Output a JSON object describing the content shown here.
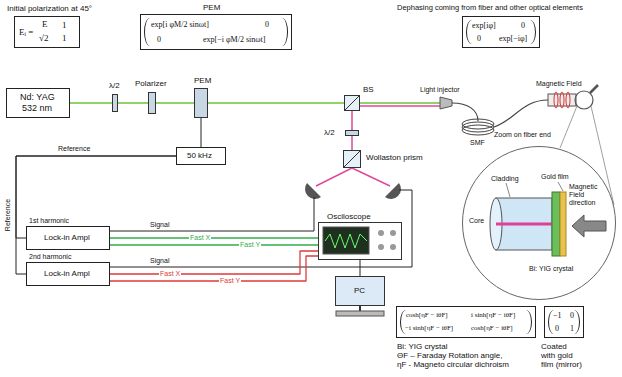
{
  "diagram": {
    "nodes": [
      {
        "text": [
          "Initial polarization at 45°",
          "Eᵢ =",
          "E",
          "√2",
          "1",
          "1"
        ]
      },
      {
        "text": [
          "PEM",
          "exp[i φM/2 sinωt]",
          "0",
          "0",
          "exp[−i φM/2 sinωt]"
        ]
      },
      {
        "text": [
          "Dephasing coming from fiber and other optical elements",
          "exp[iφ]",
          "0",
          "0",
          "exp[−iφ]"
        ]
      },
      {
        "text": [
          "Nd: YAG",
          "532 nm"
        ]
      },
      {
        "text": [
          "λ/2"
        ]
      },
      {
        "text": [
          "Polarizer"
        ]
      },
      {
        "text": [
          "PEM"
        ]
      },
      {
        "text": [
          "BS"
        ]
      },
      {
        "text": [
          "λ/2"
        ]
      },
      {
        "text": [
          "Wollaston prism"
        ]
      },
      {
        "text": [
          "50 kHz"
        ]
      },
      {
        "text": [
          "1st harmonic",
          "Lock-in Ampl"
        ]
      },
      {
        "text": [
          "2nd harmonic",
          "Lock-in Ampl"
        ]
      },
      {
        "text": [
          "Osciloscope"
        ]
      },
      {
        "text": [
          "PC"
        ]
      },
      {
        "text": [
          "Cladding",
          "Core",
          "Gold film",
          "Magnetic Field direction",
          "Bi: YIG crystal"
        ]
      },
      {
        "text": [
          "cosh[ηF − iθF]",
          "i sinh[ηF − iθF]",
          "−i sinh[ηF − iθF]",
          "cosh[ηF − iθF]",
          "Bi: YIG crystal",
          "ΘF – Faraday Rotation angle,",
          "ηF - Magneto circular dichroism"
        ]
      },
      {
        "text": [
          "−1",
          "0",
          "0",
          "1",
          "Coated with gold film (mirror)"
        ]
      }
    ],
    "edges": [
      {
        "from": 3,
        "to": 4,
        "arrow": "none"
      },
      {
        "from": 4,
        "to": 5,
        "arrow": "none"
      },
      {
        "from": 5,
        "to": 6,
        "arrow": "none"
      },
      {
        "from": 6,
        "to": 7,
        "arrow": "none"
      },
      {
        "from": 7,
        "to": 8,
        "arrow": "none"
      },
      {
        "from": 8,
        "to": 9,
        "arrow": "none"
      },
      {
        "from": 6,
        "to": 10,
        "arrow": "none"
      },
      {
        "from": 10,
        "to": 11,
        "arrow": "none"
      },
      {
        "from": 10,
        "to": 12,
        "arrow": "none"
      },
      {
        "from": 11,
        "to": 13,
        "label": "Fast X",
        "arrow": "none"
      },
      {
        "from": 11,
        "to": 13,
        "label": "Fast Y",
        "arrow": "none"
      },
      {
        "from": 12,
        "to": 13,
        "label": "Fast X",
        "arrow": "none"
      },
      {
        "from": 12,
        "to": 13,
        "label": "Fast Y",
        "arrow": "none"
      },
      {
        "from": 13,
        "to": 14,
        "arrow": "none"
      }
    ],
    "labels": [
      "Light injector",
      "SMF",
      "Magnetic Field",
      "Zoom on fiber end",
      "Reference",
      "Reference",
      "Signal",
      "Signal"
    ]
  }
}
